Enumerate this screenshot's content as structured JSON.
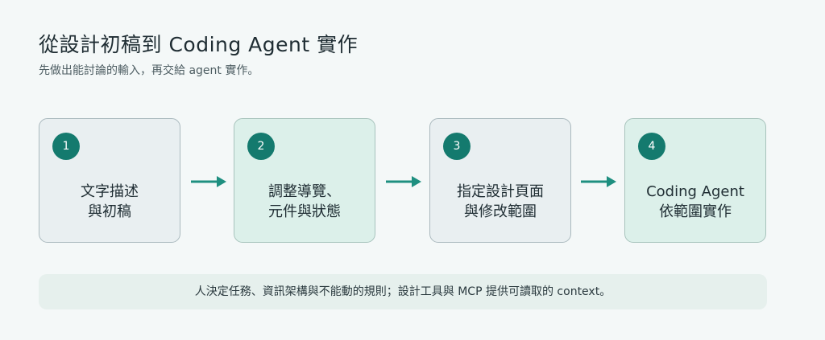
{
  "header": {
    "title": "從設計初稿到 Coding Agent 實作",
    "subtitle": "先做出能討論的輸入，再交給 agent 實作。"
  },
  "steps": [
    {
      "number": "1",
      "line1": "文字描述",
      "line2": "與初稿"
    },
    {
      "number": "2",
      "line1": "調整導覽、",
      "line2": "元件與狀態"
    },
    {
      "number": "3",
      "line1": "指定設計頁面",
      "line2": "與修改範圍"
    },
    {
      "number": "4",
      "line1": "Coding Agent",
      "line2": "依範圍實作"
    }
  ],
  "footer": {
    "note": "人決定任務、資訊架構與不能動的規則；設計工具與 MCP 提供可讀取的 context。"
  },
  "colors": {
    "accent": "#147a6e",
    "arrow": "#1e8f80"
  }
}
